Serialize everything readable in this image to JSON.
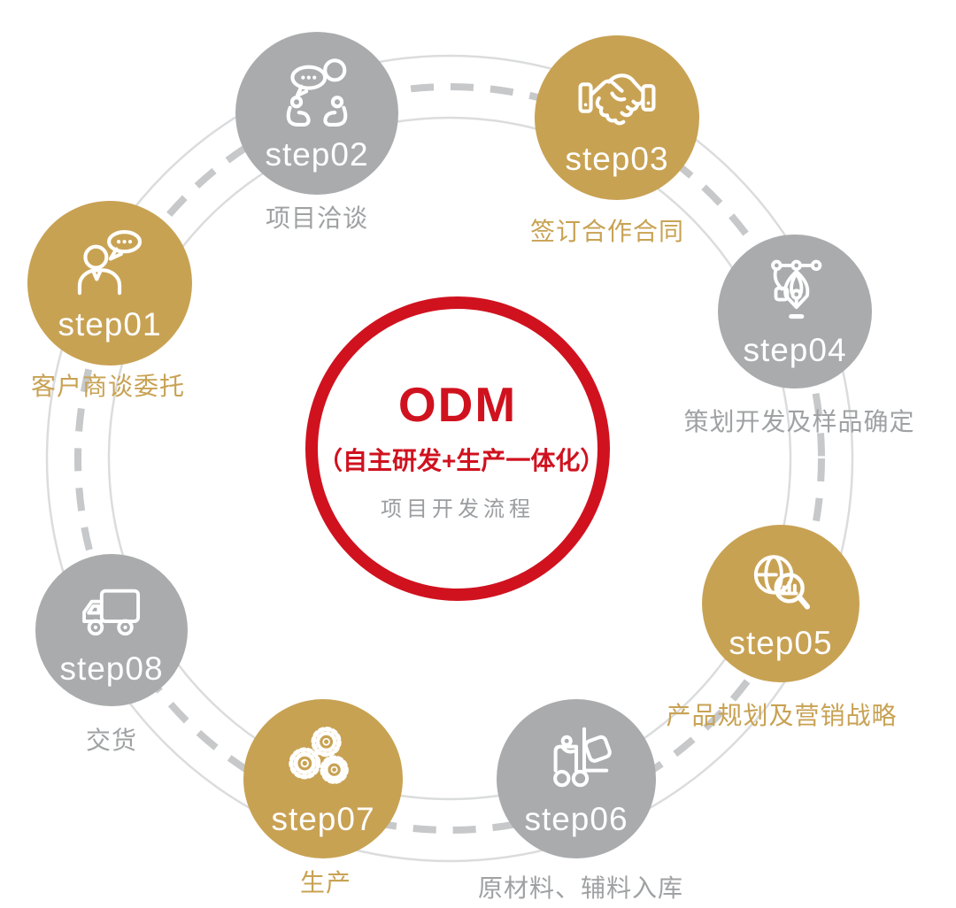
{
  "center": {
    "title": "ODM",
    "subtitle": "（自主研发+生产一体化）",
    "caption": "项目开发流程"
  },
  "steps": [
    {
      "label": "step01",
      "caption": "客户商谈委托",
      "theme": "gold",
      "icon": "person-chat-icon"
    },
    {
      "label": "step02",
      "caption": "项目洽谈",
      "theme": "gray",
      "icon": "people-conversation-icon"
    },
    {
      "label": "step03",
      "caption": "签订合作合同",
      "theme": "gold",
      "icon": "handshake-icon"
    },
    {
      "label": "step04",
      "caption": "策划开发及样品确定",
      "theme": "gray",
      "icon": "pen-tool-icon"
    },
    {
      "label": "step05",
      "caption": "产品规划及营销战略",
      "theme": "gold",
      "icon": "globe-search-icon"
    },
    {
      "label": "step06",
      "caption": "原材料、辅料入库",
      "theme": "gray",
      "icon": "forklift-icon"
    },
    {
      "label": "step07",
      "caption": "生产",
      "theme": "gold",
      "icon": "gears-icon"
    },
    {
      "label": "step08",
      "caption": "交货",
      "theme": "gray",
      "icon": "truck-icon"
    }
  ],
  "colors": {
    "accent_red": "#d0121f",
    "gold": "#c8a253",
    "gray": "#a9abad",
    "caption_gray": "#9fa1a3",
    "road_edge": "#dbdcdd",
    "road_dash": "#c6c8ca"
  }
}
